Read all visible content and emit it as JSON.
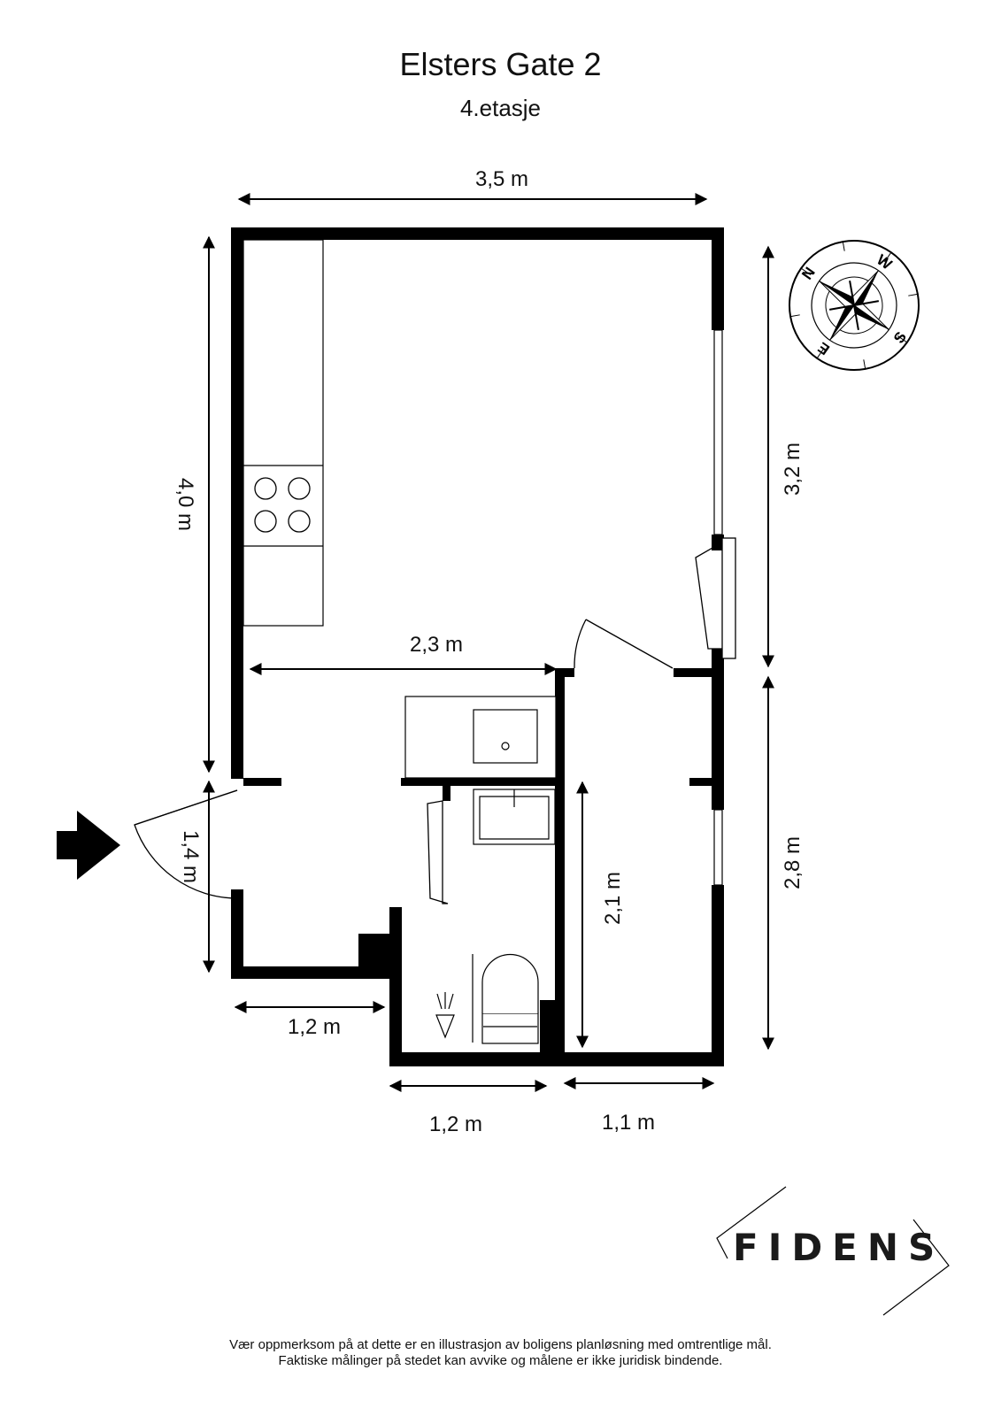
{
  "header": {
    "title": "Elsters Gate 2",
    "floor": "4.etasje"
  },
  "dimensions": {
    "top_width": "3,5 m",
    "left_height": "4,0 m",
    "right_upper_height": "3,2 m",
    "right_lower_height": "2,8 m",
    "inner_width": "2,3 m",
    "entrance_width": "1,4 m",
    "inner_height": "2,1 m",
    "bottom_left": "1,2 m",
    "bottom_mid": "1,2 m",
    "bottom_right": "1,1 m"
  },
  "compass": {
    "n": "N",
    "e": "E",
    "s": "S",
    "w": "W"
  },
  "logo": "FIDENS",
  "disclaimer": {
    "line1": "Vær oppmerksom på at dette er en illustrasjon av boligens planløsning med omtrentlige mål.",
    "line2": "Faktiske målinger på stedet kan avvike og målene er ikke juridisk bindende."
  }
}
